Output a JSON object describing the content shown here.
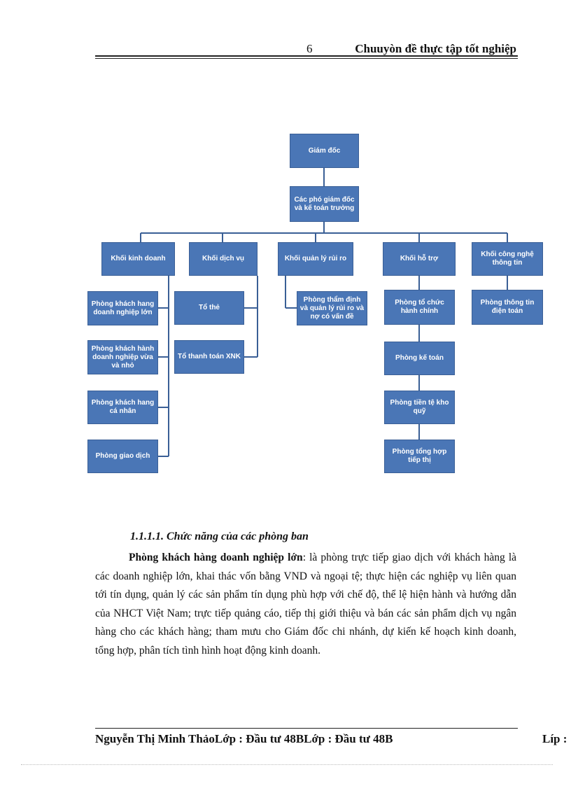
{
  "header": {
    "page_number": "6",
    "title": "Chuuyòn  đề thực tập tốt nghiệp"
  },
  "org_chart": {
    "director": "Giám đốc",
    "deputy": "Các phó giám đốc và kế toán trưởng",
    "divisions": [
      {
        "name": "Khối kinh doanh",
        "units": [
          "Phòng khách hang doanh nghiệp lớn",
          "Phòng khách hành doanh nghiệp vừa và nhỏ",
          "Phòng khách hang cá nhân",
          "Phòng giao dịch"
        ]
      },
      {
        "name": "Khối dịch vụ",
        "units": [
          "Tổ thẻ",
          "Tổ thanh toán XNK"
        ]
      },
      {
        "name": "Khối quản lý rủi ro",
        "units": [
          "Phòng thẩm định và quản lý rủi ro và nợ có vấn đề"
        ]
      },
      {
        "name": "Khối hỗ trợ",
        "units": [
          "Phòng  tổ chức hành chính",
          "Phòng  kế toán",
          "Phòng tiền tệ kho quỹ",
          "Phòng tổng hợp tiếp thị"
        ]
      },
      {
        "name": "Khối công nghệ thông tin",
        "units": [
          "Phòng thông tin điện toán"
        ]
      }
    ]
  },
  "section": {
    "title": "1.1.1.1. Chức năng của các phòng ban",
    "para_bold": "Phòng khách hàng doanh nghiệp lớn",
    "para_text": ": là phòng trực tiếp giao dịch với khách hàng là các doanh nghiệp lớn, khai thác vốn bằng VND và ngoại tệ; thực hiện các nghiệp vụ liên quan tới tín dụng,  quản lý các sản phẩm tín dụng phù hợp với chế độ, thể lệ hiện hành và hướng dẫn của NHCT Việt Nam; trực tiếp quảng cáo, tiếp thị giới thiệu và bán các sản phẩm dịch vụ ngân hàng cho các khách hàng; tham mưu cho Giám đốc chi nhánh, dự kiến kế hoạch kinh doanh, tổng hợp, phân tích tình hình hoạt động kinh doanh."
  },
  "footer": {
    "left": "Nguyễn  Thị Minh ThảoLớp : Đầu tư 48BLớp : Đầu tư 48B",
    "right": "Líp :"
  },
  "colors": {
    "box": "#4a76b6",
    "line": "#3a5f96"
  }
}
